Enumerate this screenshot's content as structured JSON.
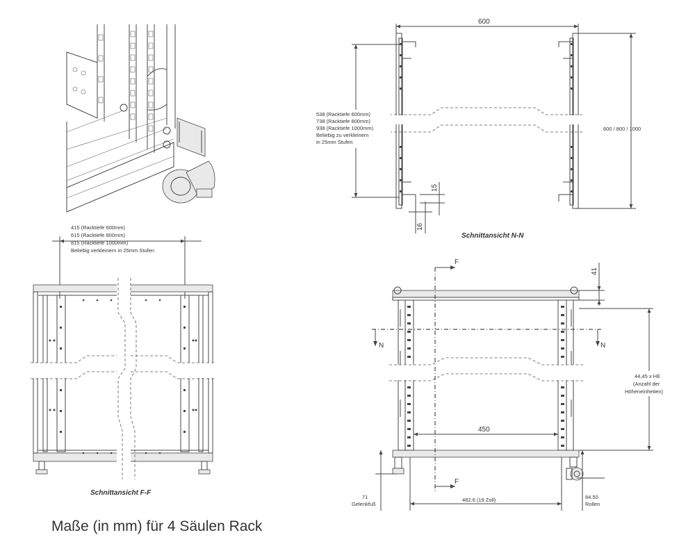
{
  "iso": {
    "title": "Isometric detail"
  },
  "nn": {
    "width": "600",
    "depth": "600 / 800 / 1000",
    "dist1": "538 (Racktiefe 600mm)",
    "dist2": "738 (Racktiefe 800mm)",
    "dist3": "938 (Racktiefe 1000mm)",
    "dist4": "Beliebig  zu verkleinern",
    "dist5": "in 25mm Stufen",
    "dim15": "15",
    "dim16": "16",
    "caption": "Schnittansicht  N-N"
  },
  "ff": {
    "d1": "415 (Racktiefe 600mm)",
    "d2": "615 (Racktiefe 800mm)",
    "d3": "815 (Racktiefe 1000mm)",
    "d4": "Beliebig verkleinern in 25mm Stufen",
    "caption": "Schnittansicht  F-F"
  },
  "front": {
    "f_top": "F",
    "f_bottom": "F",
    "n_left": "N",
    "n_right": "N",
    "dim41": "41",
    "he1": "44,45 x HE",
    "he2": "(Anzahl der",
    "he3": "Höheneinheiten)",
    "w450": "450",
    "w482": "482.6 (19 Zoll)",
    "foot_val": "71",
    "foot_lbl": "Gelenkfuß",
    "roll_val": "84.50",
    "roll_lbl": "Rollen"
  },
  "footer": {
    "title": "Maße (in mm) für 4 Säulen Rack"
  }
}
